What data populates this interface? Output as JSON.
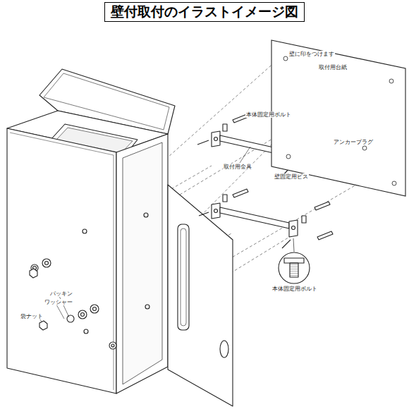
{
  "diagram": {
    "title": "壁付取付のイラストイメージ図",
    "nodes": [
      {
        "text": [
          "壁に印をつけます",
          "取付用台紙"
        ]
      }
    ],
    "labels": [
      "本体固定用ボルト",
      "アンカープラグ",
      "取付用金具",
      "壁固定用ビス",
      "本体固定用ボルト",
      "パッキン",
      "ワッシャー",
      "袋ナット"
    ]
  }
}
